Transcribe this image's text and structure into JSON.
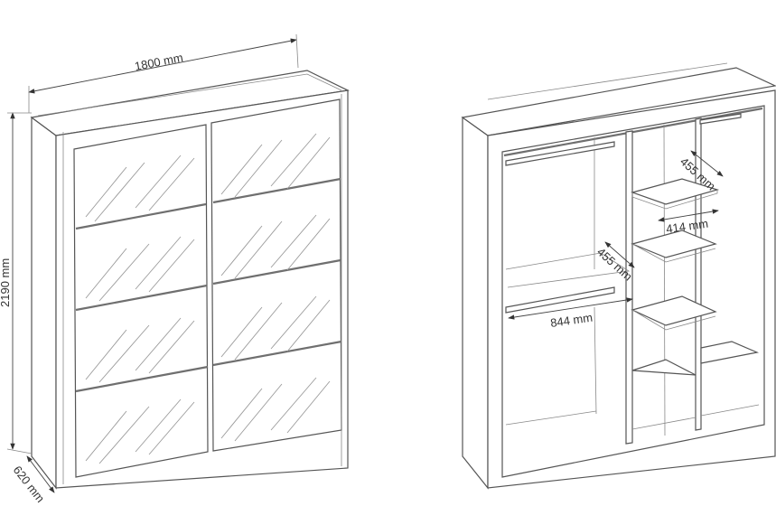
{
  "left_view": {
    "width_label": "1800 mm",
    "height_label": "2190 mm",
    "depth_label": "620 mm"
  },
  "right_view": {
    "shelf_depth_top_label": "455 mm",
    "shelf_width_label": "414 mm",
    "rail_depth_label": "455 mm",
    "hanging_width_label": "844 mm"
  }
}
